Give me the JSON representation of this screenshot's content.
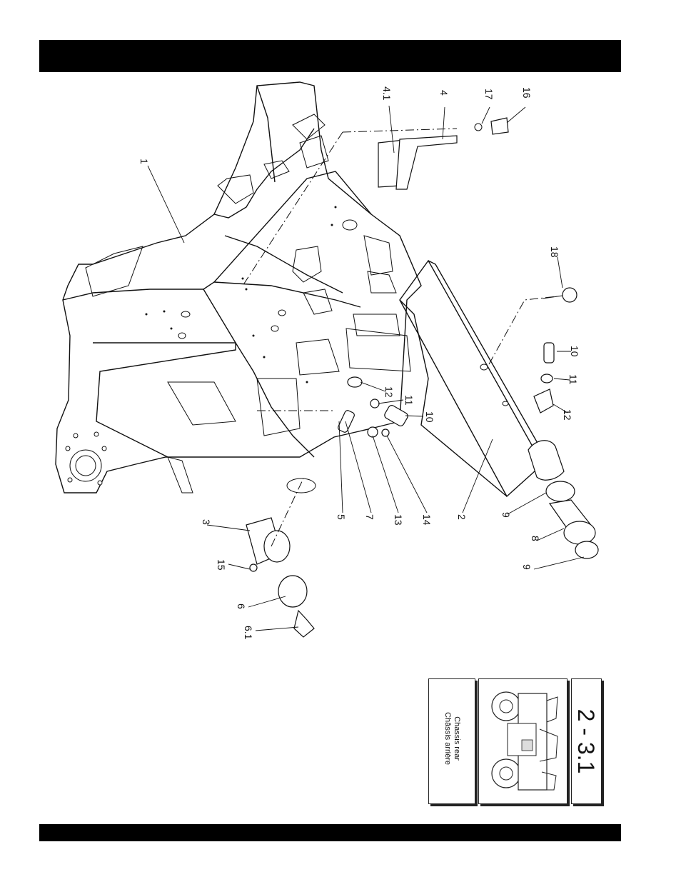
{
  "header_bar": "",
  "footer_bar": "",
  "title_block": {
    "title_en": "Chassis rear",
    "title_fr": "Châssis arrière",
    "section_number": "2 - 3.1"
  },
  "callouts": {
    "c1": "1",
    "c2": "2",
    "c3": "3",
    "c4": "4",
    "c4_1": "4.1",
    "c5": "5",
    "c6": "6",
    "c6_1": "6.1",
    "c7": "7",
    "c8": "8",
    "c9a": "9",
    "c9b": "9",
    "c10a": "10",
    "c10b": "10",
    "c11a": "11",
    "c11b": "11",
    "c12a": "12",
    "c12b": "12",
    "c13": "13",
    "c14": "14",
    "c15": "15",
    "c16": "16",
    "c17": "17",
    "c18": "18"
  }
}
